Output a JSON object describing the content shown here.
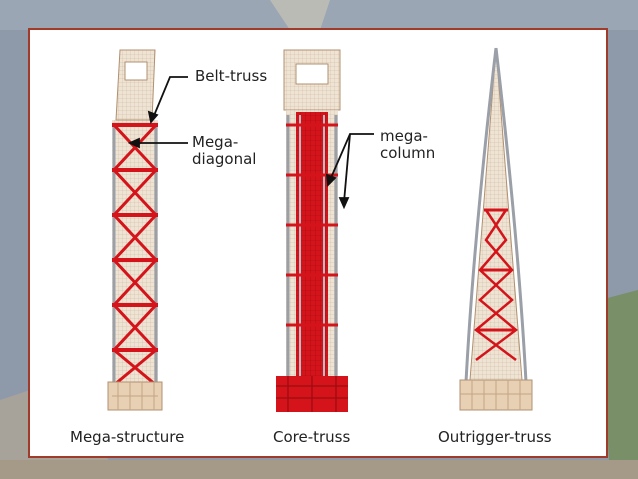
{
  "annotations": {
    "belt_truss": "Belt-truss",
    "mega_diagonal": "Mega-\ndiagonal",
    "mega_column": "mega-\ncolumn"
  },
  "captions": {
    "mega_structure": "Mega-structure",
    "core_truss": "Core-truss",
    "outrigger_truss": "Outrigger-truss"
  },
  "colors": {
    "frame": "#a03a2a",
    "truss_red": "#d4141a",
    "concrete": "#e8d0b4",
    "steel_gray": "#9a9fa8"
  }
}
